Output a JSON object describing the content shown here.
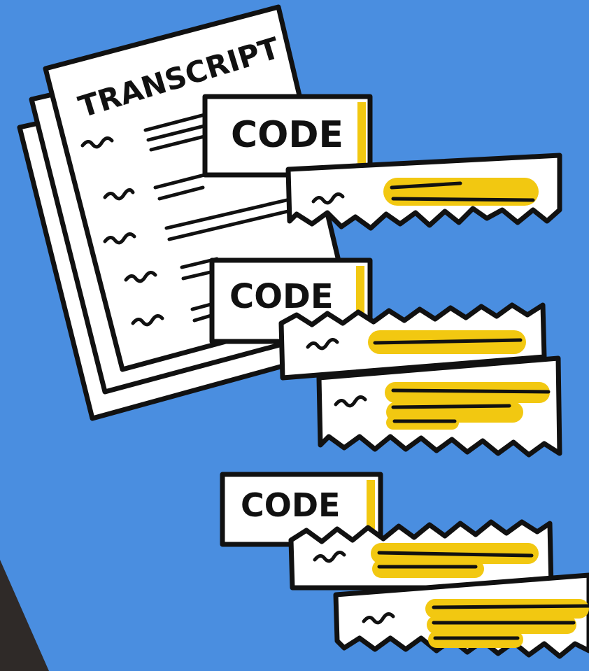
{
  "colors": {
    "background": "#4a8ee0",
    "corner_shadow": "#2f2a28",
    "paper": "#ffffff",
    "ink": "#111111",
    "highlight": "#f2c811"
  },
  "transcript": {
    "title": "TRANSCRIPT"
  },
  "groups": [
    {
      "code_label": "CODE",
      "snippet_count": 1
    },
    {
      "code_label": "CODE",
      "snippet_count": 2
    },
    {
      "code_label": "CODE",
      "snippet_count": 2
    }
  ],
  "icons": {
    "squiggle": "squiggle-icon"
  }
}
